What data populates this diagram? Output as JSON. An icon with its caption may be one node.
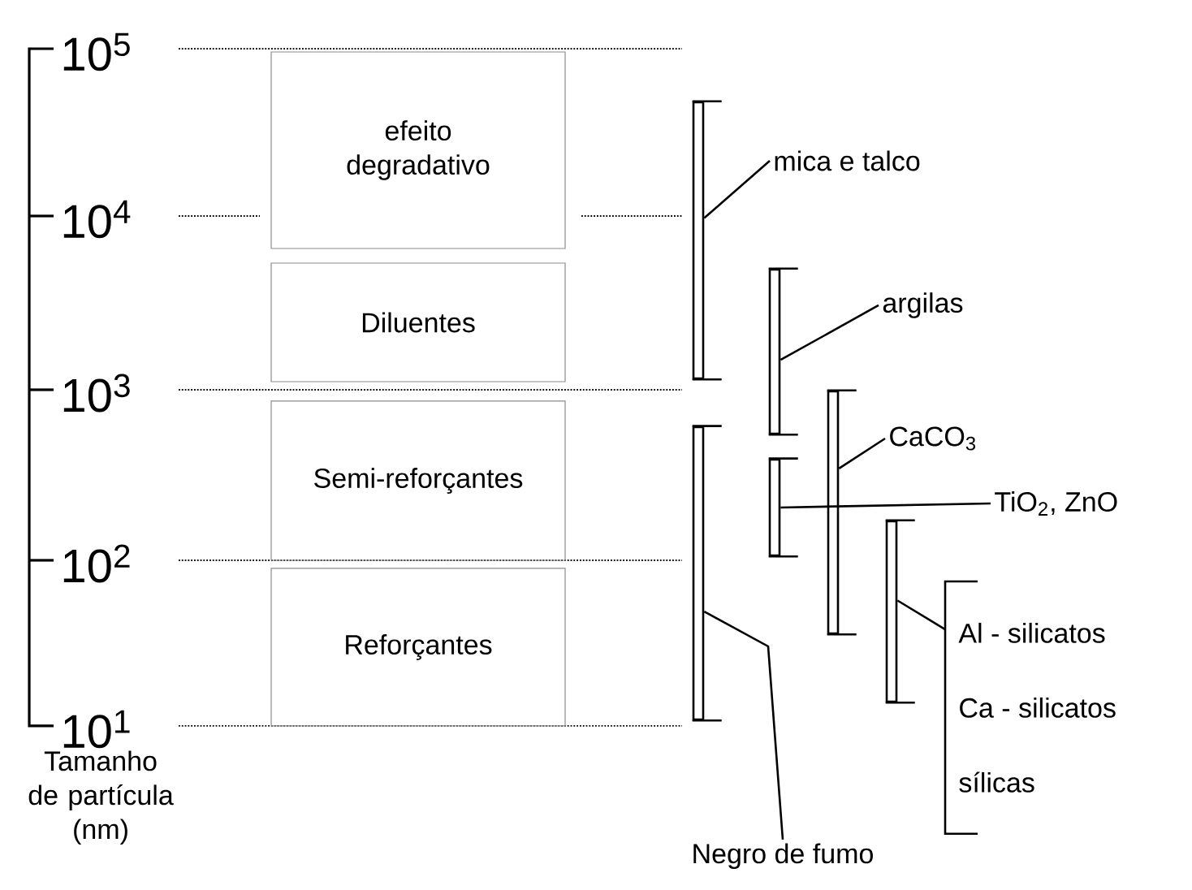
{
  "diagram": {
    "nodes": [
      {
        "text": [
          "efeito degradativo"
        ]
      },
      {
        "text": [
          "Diluentes"
        ]
      },
      {
        "text": [
          "Semi-reforçantes"
        ]
      },
      {
        "text": [
          "Reforçantes"
        ]
      },
      {
        "text": [],
        "shape": "bar"
      },
      {
        "text": [
          "mica e talco"
        ]
      },
      {
        "text": [],
        "shape": "bar"
      },
      {
        "text": [
          "argilas"
        ]
      },
      {
        "text": [],
        "shape": "bar"
      },
      {
        "text": [
          "CaCO$_{3}$"
        ]
      },
      {
        "text": [],
        "shape": "bar"
      },
      {
        "text": [
          "TiO$_{2}$, ZnO"
        ]
      },
      {
        "text": [],
        "shape": "bar"
      },
      {
        "text": [
          "Al - silicatos",
          "Ca - silicatos",
          "sílicas"
        ]
      },
      {
        "text": [],
        "shape": "bar"
      },
      {
        "text": [
          "Negro de fumo"
        ]
      }
    ],
    "edges": [
      {
        "from": 4,
        "to": 5,
        "arrow": "none"
      },
      {
        "from": 6,
        "to": 7,
        "arrow": "none"
      },
      {
        "from": 8,
        "to": 9,
        "arrow": "none"
      },
      {
        "from": 10,
        "to": 11,
        "arrow": "none"
      },
      {
        "from": 12,
        "to": 13,
        "arrow": "none"
      },
      {
        "from": 14,
        "to": 15,
        "arrow": "none"
      }
    ],
    "labels": [
      "10$^{5}$",
      "10$^{4}$",
      "10$^{3}$",
      "10$^{2}$",
      "10$^{1}$",
      "Tamanho de partícula (nm)"
    ]
  }
}
